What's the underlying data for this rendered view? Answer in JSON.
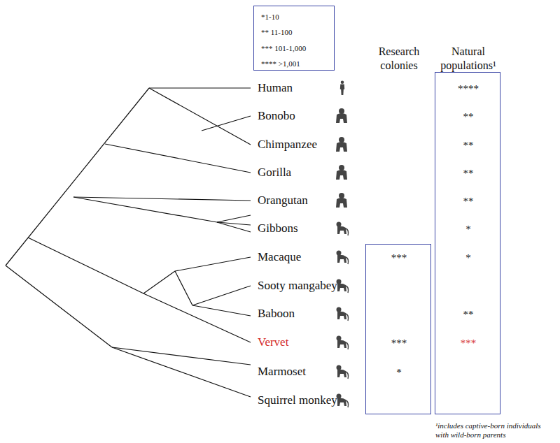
{
  "diagram": {
    "nodes": [
      {
        "text": [
          "*1-10",
          "** 11-100",
          "*** 101-1,000",
          "**** >1,001"
        ]
      },
      {
        "text": [
          "Research colonies",
          "***",
          "***",
          "*"
        ]
      },
      {
        "text": [
          "Natural populations¹",
          "****",
          "**",
          "**",
          "**",
          "**",
          "*",
          "*",
          "**",
          "***"
        ]
      }
    ],
    "labels": [
      "Human",
      "Bonobo",
      "Chimpanzee",
      "Gorilla",
      "Orangutan",
      "Gibbons",
      "Macaque",
      "Sooty mangabey",
      "Baboon",
      "Vervet",
      "Marmoset",
      "Squirrel monkey",
      "¹includes captive-born individuals with wild-born parents"
    ]
  }
}
